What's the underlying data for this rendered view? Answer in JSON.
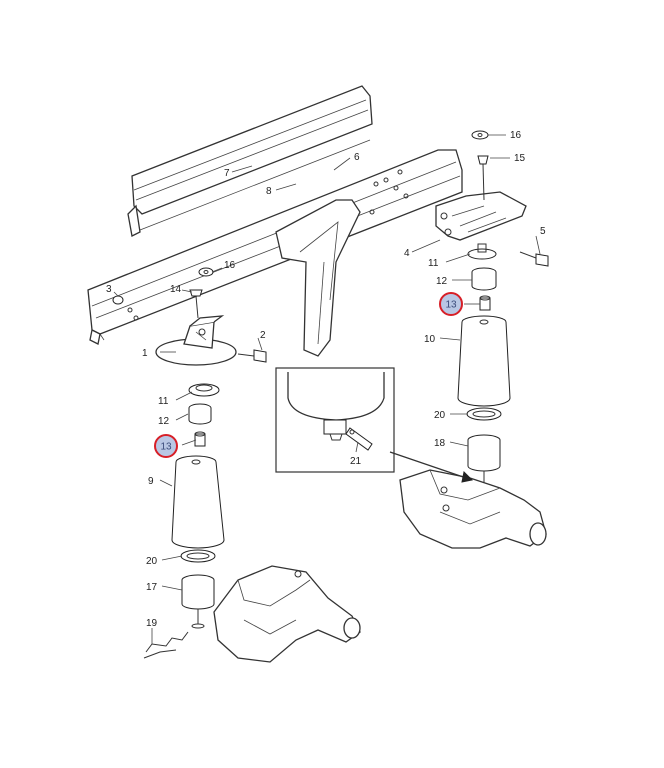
{
  "callouts": {
    "p1": "1",
    "p2": "2",
    "p3": "3",
    "p4": "4",
    "p5": "5",
    "p6": "6",
    "p7": "7",
    "p8": "8",
    "p9": "9",
    "p10": "10",
    "p11_left": "11",
    "p11_right": "11",
    "p12_left": "12",
    "p12_right": "12",
    "p13_left": "13",
    "p13_right": "13",
    "p14": "14",
    "p15": "15",
    "p16_left": "16",
    "p16_right": "16",
    "p17": "17",
    "p18": "18",
    "p19": "19",
    "p20_left": "20",
    "p20_right": "20",
    "p21": "21"
  },
  "colors": {
    "highlight_ring": "#d71f27",
    "highlight_fill": "#b9c7e4",
    "line": "#333333"
  }
}
